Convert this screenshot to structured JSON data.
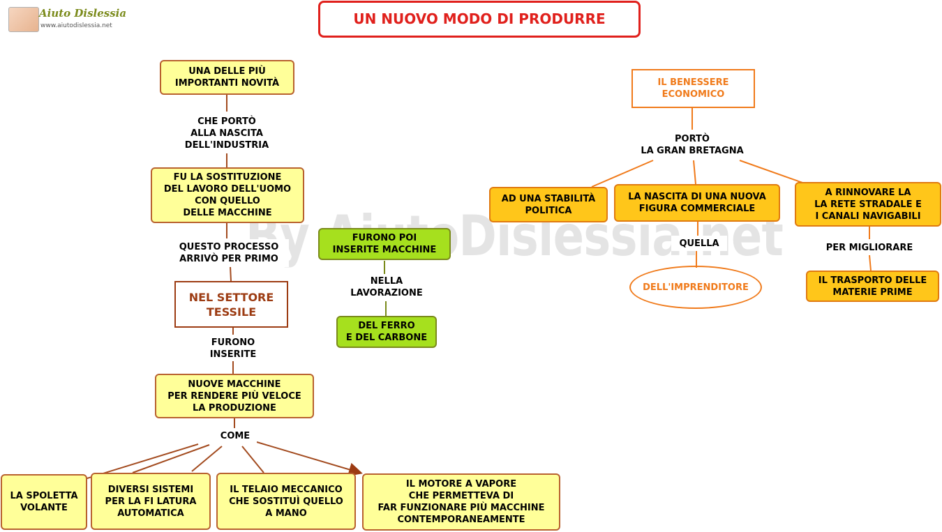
{
  "logo": {
    "title": "Aiuto Dislessia",
    "url": "www.aiutodislessia.net"
  },
  "watermark": "By AiutoDislessia.net",
  "title": "UN NUOVO MODO DI PRODURRE",
  "left_map": {
    "novita": "UNA  DELLE  PIÙ\nIMPORTANTI  NOVITÀ",
    "che_porto": "CHE PORTÒ\nALLA NASCITA\nDELL'INDUSTRIA",
    "sostituzione": "FU  LA  SOSTITUZIONE\nDEL  LAVORO DELL'UOMO\nCON  QUELLO\nDELLE  MACCHINE",
    "processo": "QUESTO PROCESSO\nARRIVÒ PER PRIMO",
    "tessile": "NEL SETTORE\nTESSILE",
    "furono_inserite": "FURONO\nINSERITE",
    "nuove_macchine": "NUOVE MACCHINE\nPER RENDERE PIÙ VELOCE\nLA PRODUZIONE",
    "come": "COME",
    "spoletta": "LA SPOLETTA\nVOLANTE",
    "sistemi": "DIVERSI  SISTEMI\nPER  LA  FI LATURA\nAUTOMATICA",
    "telaio": "IL TELAIO MECCANICO\nCHE SOSTITUÌ QUELLO\nA MANO",
    "motore": "IL MOTORE A VAPORE\nCHE PERMETTEVA DI\nFAR FUNZIONARE PIÙ MACCHINE\nCONTEMPORANEAMENTE"
  },
  "center_map": {
    "furono_poi": "FURONO POI\nINSERITE MACCHINE",
    "nella": "NELLA\nLAVORAZIONE",
    "ferro": "DEL  FERRO\nE DEL CARBONE"
  },
  "right_map": {
    "benessere": "IL BENESSERE\nECONOMICO",
    "porto": "PORTÒ\nLA GRAN BRETAGNA",
    "stabilita": "AD UNA STABILITÀ\nPOLITICA",
    "nascita": "LA NASCITA DI UNA NUOVA\nFIGURA COMMERCIALE",
    "rinnovare": "A RINNOVARE LA\nLA  RETE  STRADALE  E\nI  CANALI  NAVIGABILI",
    "quella": "QUELLA",
    "imprenditore": "DELL'IMPRENDITORE",
    "migliorare": "PER MIGLIORARE",
    "trasporto": "IL TRASPORTO DELLE\nMATERIE PRIME"
  },
  "colors": {
    "title": "#e0201c",
    "box_fill": "#ffff99",
    "box_border": "#b8612e",
    "green_fill": "#a6e01e",
    "gold_fill": "#ffc61a",
    "orange": "#f07a1a",
    "tessile": "#9c3b12"
  }
}
